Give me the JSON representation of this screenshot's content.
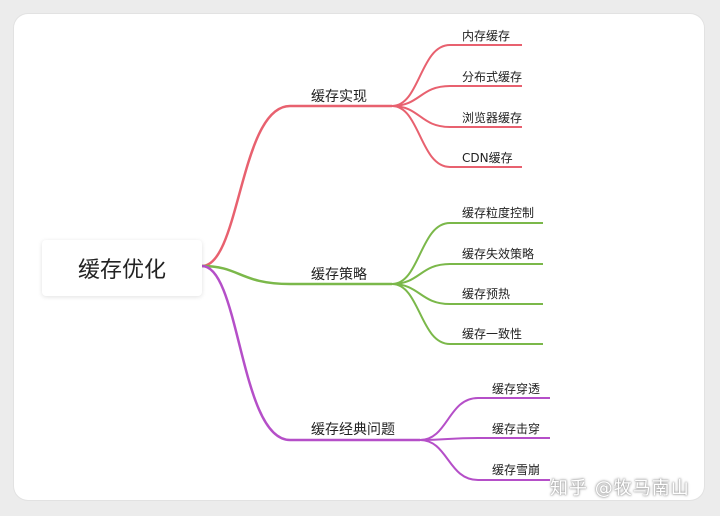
{
  "colors": {
    "red": "#e8616f",
    "green": "#7bb84a",
    "purple": "#b54fc8"
  },
  "root": {
    "label": "缓存优化"
  },
  "branches": [
    {
      "label": "缓存实现",
      "color": "red",
      "children": [
        "内存缓存",
        "分布式缓存",
        "浏览器缓存",
        "CDN缓存"
      ]
    },
    {
      "label": "缓存策略",
      "color": "green",
      "children": [
        "缓存粒度控制",
        "缓存失效策略",
        "缓存预热",
        "缓存一致性"
      ]
    },
    {
      "label": "缓存经典问题",
      "color": "purple",
      "children": [
        "缓存穿透",
        "缓存击穿",
        "缓存雪崩"
      ]
    }
  ],
  "watermark": "知乎 @牧马南山"
}
